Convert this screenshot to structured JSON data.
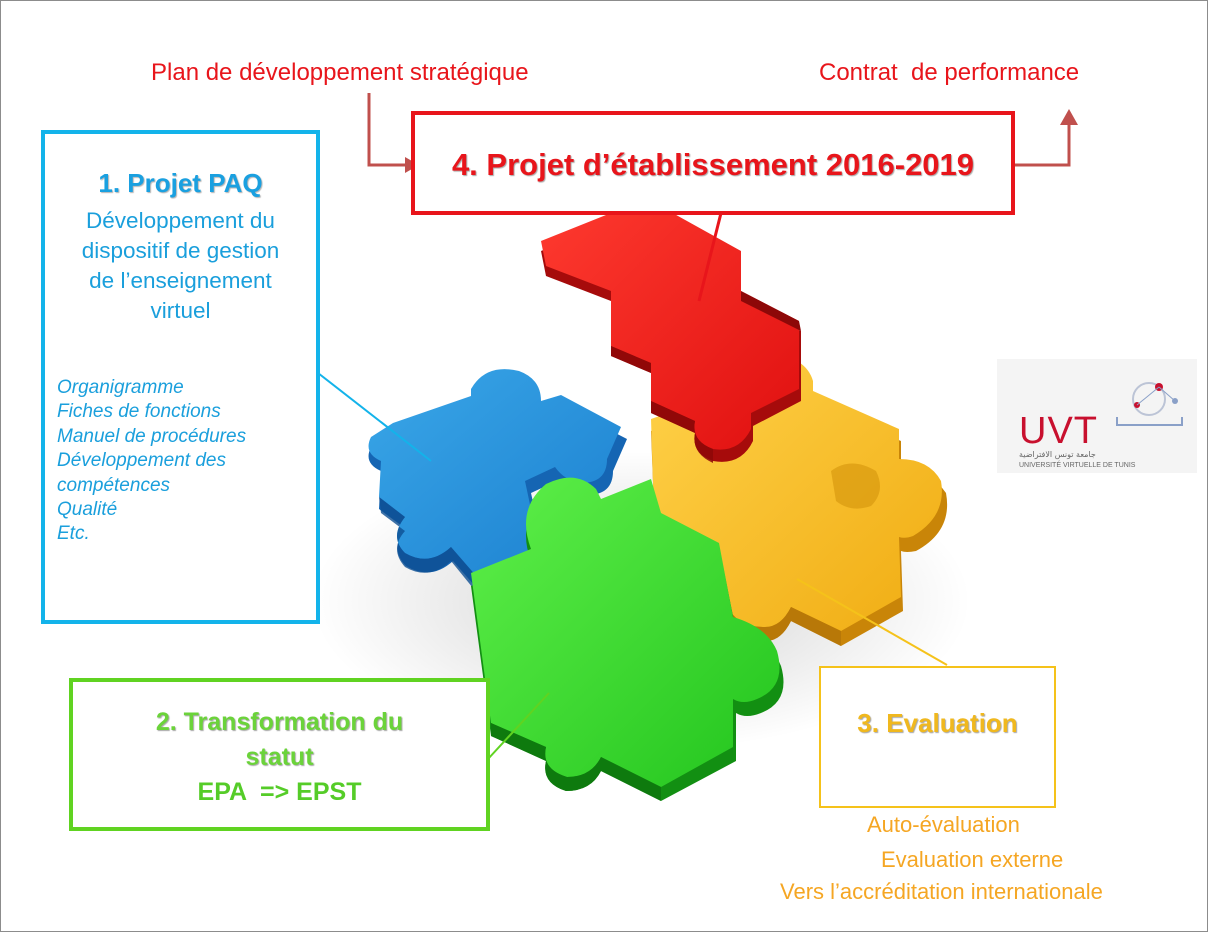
{
  "header": {
    "plan_label": "Plan de développement stratégique",
    "contrat_label": "Contrat  de performance"
  },
  "box4": {
    "title": "4. Projet d’établissement 2016-2019"
  },
  "box1": {
    "title": "1. Projet PAQ",
    "description_lines": [
      "Développement du",
      "dispositif de gestion",
      "de l’enseignement",
      "virtuel"
    ],
    "list_items": [
      "Organigramme",
      "Fiches de fonctions",
      "Manuel de procédures",
      "Développement des",
      "compétences",
      "Qualité",
      "Etc."
    ]
  },
  "box2": {
    "title_line1": "2. Transformation du",
    "title_line2": "statut",
    "subtitle": "EPA  => EPST"
  },
  "box3": {
    "title": "3. Evaluation",
    "items": [
      "Auto-évaluation",
      "Evaluation externe",
      "Vers l’accréditation internationale"
    ]
  },
  "logo": {
    "text": "UVT",
    "arabic_text": "جامعة تونس الافتراضية",
    "subtitle": "UNIVERSITÉ VIRTUELLE DE TUNIS"
  },
  "colors": {
    "red": "#e8151b",
    "blue": "#13b3ea",
    "green": "#60d321",
    "yellow": "#f5c21a",
    "arrow": "#c0504d"
  }
}
